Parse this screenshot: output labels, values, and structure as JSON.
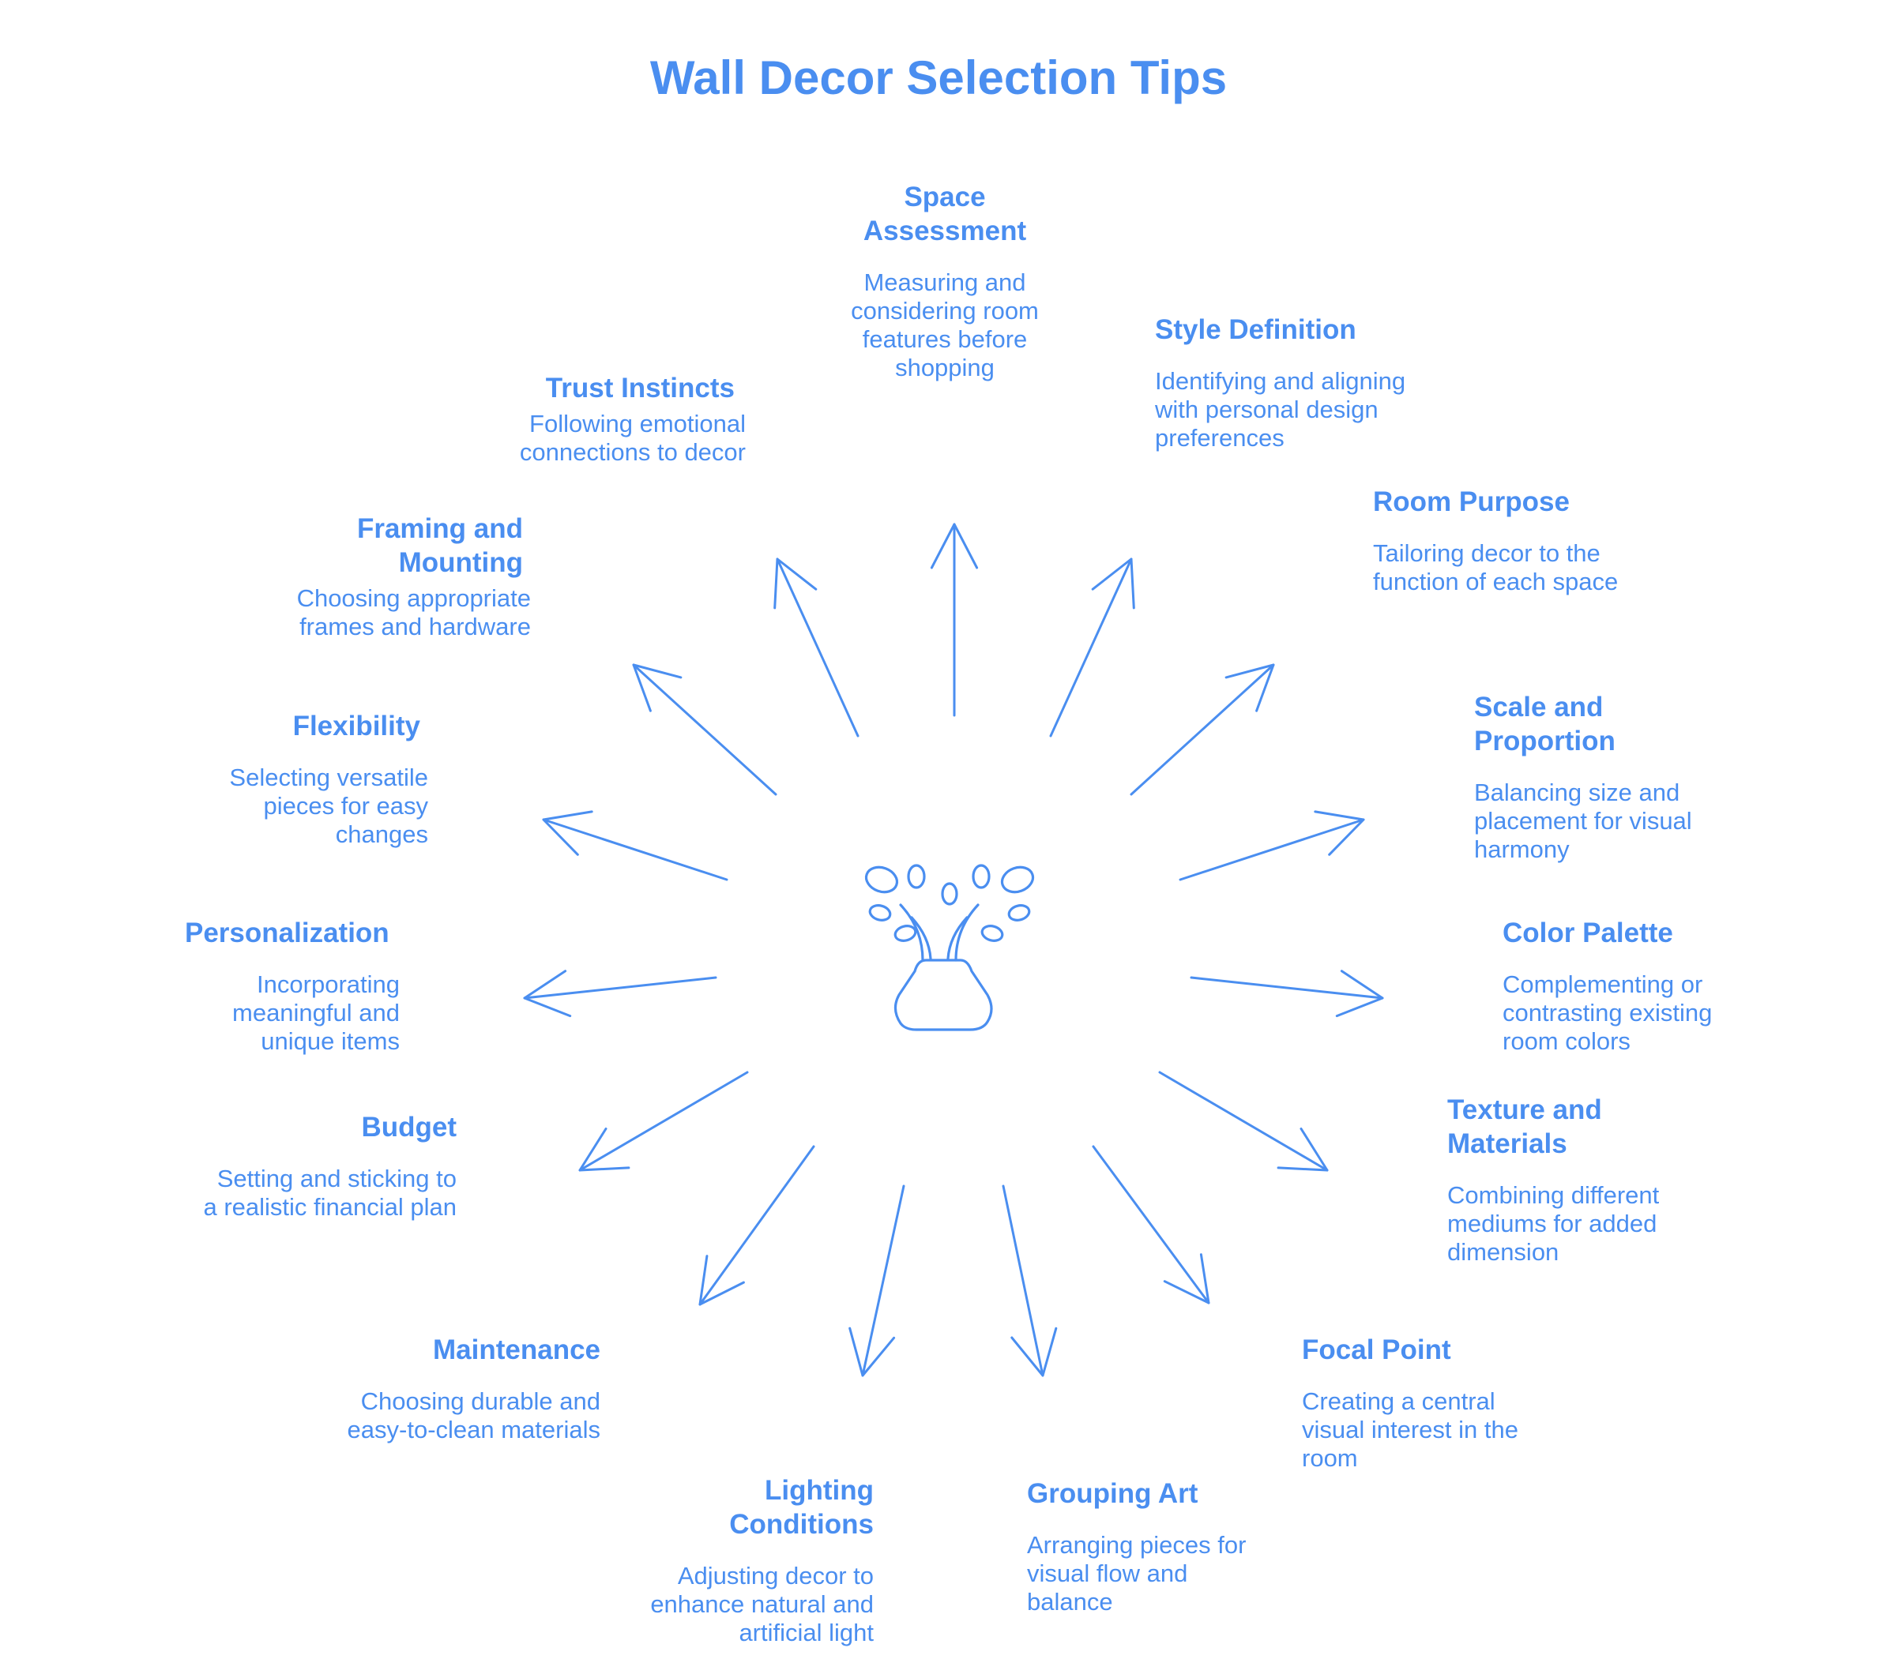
{
  "title": "Wall Decor Selection Tips",
  "accent": "#4a8ef0",
  "center_icon": "vase-with-sprouts-icon",
  "items": [
    {
      "title": "Space Assessment",
      "desc": "Measuring and considering room features before shopping"
    },
    {
      "title": "Style Definition",
      "desc": "Identifying and aligning with personal design preferences"
    },
    {
      "title": "Room Purpose",
      "desc": "Tailoring decor to the function of each space"
    },
    {
      "title": "Scale and Proportion",
      "desc": "Balancing size and placement for visual harmony"
    },
    {
      "title": "Color Palette",
      "desc": "Complementing or contrasting existing room colors"
    },
    {
      "title": "Texture and Materials",
      "desc": "Combining different mediums for added dimension"
    },
    {
      "title": "Focal Point",
      "desc": "Creating a central visual interest in the room"
    },
    {
      "title": "Grouping Art",
      "desc": "Arranging pieces for visual flow and balance"
    },
    {
      "title": "Lighting Conditions",
      "desc": "Adjusting decor to enhance natural and artificial light"
    },
    {
      "title": "Maintenance",
      "desc": "Choosing durable and easy-to-clean materials"
    },
    {
      "title": "Budget",
      "desc": "Setting and sticking to a realistic financial plan"
    },
    {
      "title": "Personalization",
      "desc": "Incorporating meaningful and unique items"
    },
    {
      "title": "Flexibility",
      "desc": "Selecting versatile pieces for easy changes"
    },
    {
      "title": "Framing and Mounting",
      "desc": "Choosing appropriate frames and hardware"
    },
    {
      "title": "Trust Instincts",
      "desc": "Following emotional connections to decor"
    }
  ]
}
